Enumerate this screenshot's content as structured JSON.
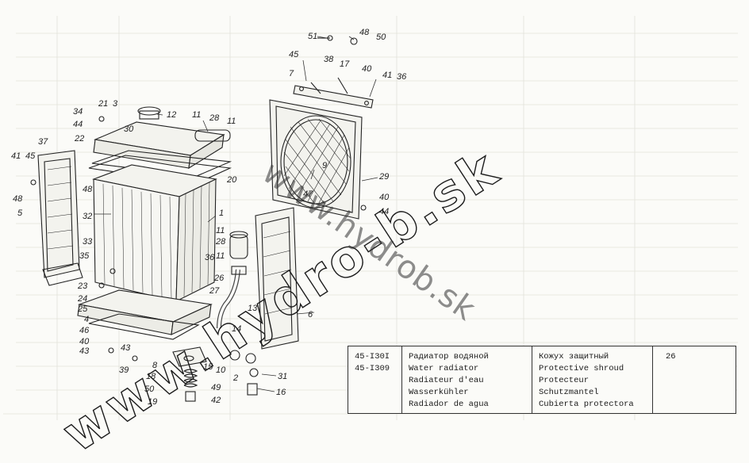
{
  "callouts": [
    {
      "id": "51",
      "label": "51"
    },
    {
      "id": "48a",
      "label": "48"
    },
    {
      "id": "50a",
      "label": "50"
    },
    {
      "id": "45a",
      "label": "45"
    },
    {
      "id": "38",
      "label": "38"
    },
    {
      "id": "17",
      "label": "17"
    },
    {
      "id": "7",
      "label": "7"
    },
    {
      "id": "40a",
      "label": "40"
    },
    {
      "id": "41a",
      "label": "41"
    },
    {
      "id": "36a",
      "label": "36"
    },
    {
      "id": "34",
      "label": "34"
    },
    {
      "id": "21",
      "label": "21"
    },
    {
      "id": "3",
      "label": "3"
    },
    {
      "id": "12",
      "label": "12"
    },
    {
      "id": "44a",
      "label": "44"
    },
    {
      "id": "30",
      "label": "30"
    },
    {
      "id": "11a",
      "label": "11"
    },
    {
      "id": "28a",
      "label": "28"
    },
    {
      "id": "11b",
      "label": "11"
    },
    {
      "id": "22",
      "label": "22"
    },
    {
      "id": "37",
      "label": "37"
    },
    {
      "id": "41b",
      "label": "41"
    },
    {
      "id": "45b",
      "label": "45"
    },
    {
      "id": "48b",
      "label": "48"
    },
    {
      "id": "48c",
      "label": "48"
    },
    {
      "id": "20",
      "label": "20"
    },
    {
      "id": "5",
      "label": "5"
    },
    {
      "id": "32",
      "label": "32"
    },
    {
      "id": "1",
      "label": "1"
    },
    {
      "id": "9",
      "label": "9"
    },
    {
      "id": "47",
      "label": "47"
    },
    {
      "id": "29",
      "label": "29"
    },
    {
      "id": "40b",
      "label": "40"
    },
    {
      "id": "44b",
      "label": "44"
    },
    {
      "id": "33",
      "label": "33"
    },
    {
      "id": "35",
      "label": "35"
    },
    {
      "id": "11c",
      "label": "11"
    },
    {
      "id": "28b",
      "label": "28"
    },
    {
      "id": "36b",
      "label": "36"
    },
    {
      "id": "11d",
      "label": "11"
    },
    {
      "id": "23",
      "label": "23"
    },
    {
      "id": "26",
      "label": "26"
    },
    {
      "id": "24",
      "label": "24"
    },
    {
      "id": "25",
      "label": "25"
    },
    {
      "id": "4",
      "label": "4"
    },
    {
      "id": "27",
      "label": "27"
    },
    {
      "id": "13",
      "label": "13"
    },
    {
      "id": "14",
      "label": "14"
    },
    {
      "id": "6",
      "label": "6"
    },
    {
      "id": "46",
      "label": "46"
    },
    {
      "id": "40c",
      "label": "40"
    },
    {
      "id": "43a",
      "label": "43"
    },
    {
      "id": "43b",
      "label": "43"
    },
    {
      "id": "39",
      "label": "39"
    },
    {
      "id": "8",
      "label": "8"
    },
    {
      "id": "18",
      "label": "18"
    },
    {
      "id": "50b",
      "label": "50"
    },
    {
      "id": "19",
      "label": "19"
    },
    {
      "id": "15",
      "label": "15"
    },
    {
      "id": "10",
      "label": "10"
    },
    {
      "id": "2",
      "label": "2"
    },
    {
      "id": "31",
      "label": "31"
    },
    {
      "id": "49",
      "label": "49"
    },
    {
      "id": "42",
      "label": "42"
    },
    {
      "id": "16",
      "label": "16"
    }
  ],
  "caption": {
    "codes": [
      "45-I30I",
      "45-I309"
    ],
    "product": [
      "Радиатор водяной",
      "Water radiator",
      "Radiateur d'eau",
      "Wasserkühler",
      "Radiador de agua"
    ],
    "part": [
      "Кожух защитный",
      "Protective shroud",
      "Protecteur",
      "Schutzmantel",
      "Cubierta protectora"
    ],
    "sheet_number": "26"
  },
  "watermark": {
    "main": "www.hydro-b.sk",
    "secondary": "www.hydrob.sk"
  },
  "colors": {
    "ink": "#1e1e1e",
    "paper": "#fbfbf8",
    "bleed_through": "#d4d4cc"
  }
}
